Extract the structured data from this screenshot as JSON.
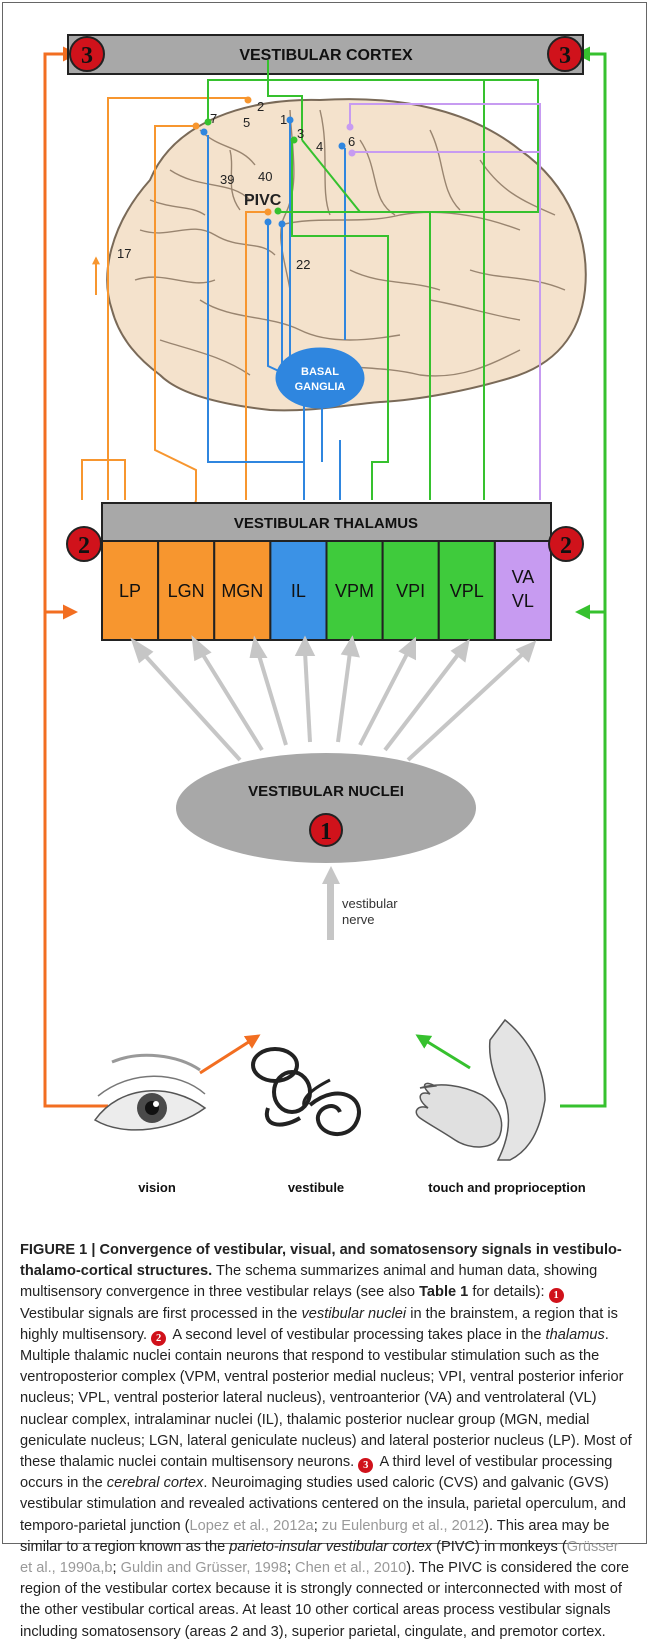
{
  "cortex": {
    "title": "VESTIBULAR CORTEX",
    "badge_left": "3",
    "badge_right": "3"
  },
  "brain": {
    "area_labels": [
      "7",
      "2",
      "5",
      "1",
      "3",
      "6",
      "4",
      "40",
      "39",
      "PIVC",
      "17",
      "22"
    ],
    "basal_ganglia": {
      "line1": "BASAL",
      "line2": "GANGLIA"
    }
  },
  "thalamus": {
    "title": "VESTIBULAR THALAMUS",
    "badge_left": "2",
    "badge_right": "2",
    "nuclei": [
      {
        "label": "LP",
        "label2": "",
        "color": "#f7962f"
      },
      {
        "label": "LGN",
        "label2": "",
        "color": "#f7962f"
      },
      {
        "label": "MGN",
        "label2": "",
        "color": "#f7962f"
      },
      {
        "label": "IL",
        "label2": "",
        "color": "#3b92e6"
      },
      {
        "label": "VPM",
        "label2": "",
        "color": "#3fcb3c"
      },
      {
        "label": "VPI",
        "label2": "",
        "color": "#3fcb3c"
      },
      {
        "label": "VPL",
        "label2": "",
        "color": "#3fcb3c"
      },
      {
        "label": "VA",
        "label2": "VL",
        "color": "#c79bf1"
      }
    ]
  },
  "nuclei": {
    "title": "VESTIBULAR NUCLEI",
    "badge": "1"
  },
  "inputs": {
    "vision": "vision",
    "vestibule": "vestibule",
    "touch": "touch and proprioception",
    "nerve_line1": "vestibular",
    "nerve_line2": "nerve"
  },
  "colors": {
    "orange": "#f26e21",
    "green": "#36c12e",
    "blue": "#2f86df",
    "purple": "#c79bf1",
    "badge": "#d0121b",
    "gray_bar": "#a8a8a8"
  },
  "caption": {
    "lead": "FIGURE 1 | Convergence of vestibular, visual, and somatosensory signals in vestibulo-thalamo-cortical structures.",
    "p1": " The schema summarizes animal and human data, showing multisensory convergence in three vestibular relays (see also ",
    "table_ref": "Table 1",
    "p2": " for details): ",
    "n1": "1",
    "p3": " Vestibular signals are first processed in the ",
    "p3_em": "vestibular nuclei",
    "p4": " in the brainstem, a region that is highly multisensory. ",
    "n2": "2",
    "p5": " A second level of vestibular processing takes place in the ",
    "p5_em": "thalamus",
    "p6": ". Multiple thalamic nuclei contain neurons that respond to vestibular stimulation such as the ventroposterior complex (VPM, ventral posterior medial nucleus; VPI, ventral posterior inferior nucleus; VPL, ventral posterior lateral nucleus), ventroanterior (VA) and ventrolateral (VL) nuclear complex, intralaminar nuclei (IL), thalamic posterior nuclear group (MGN, medial geniculate nucleus; LGN, lateral geniculate nucleus) and lateral posterior nucleus (LP). Most of these thalamic nuclei contain multisensory neurons. ",
    "n3": "3",
    "p7": " A third level of vestibular processing occurs in the ",
    "p7_em": "cerebral cortex",
    "p8": ". Neuroimaging studies used caloric (CVS) and galvanic (GVS) vestibular stimulation and revealed activations centered on the insula, parietal operculum, and temporo-parietal junction (",
    "ref1": "Lopez et al., 2012a",
    "p9": "; ",
    "ref2": "zu Eulenburg et al., 2012",
    "p10": "). This area may be similar to a region known as the ",
    "p10_em": "parieto-insular vestibular cortex",
    "p11": " (PIVC) in monkeys (",
    "ref3": "Grüsser et al., 1990a,b",
    "p12": "; ",
    "ref4": "Guldin and Grüsser, 1998",
    "p13": "; ",
    "ref5": "Chen et al., 2010",
    "p14": "). The PIVC is considered the core region of the vestibular cortex because it is strongly connected or interconnected with most of the other vestibular cortical areas. At least 10 other cortical areas process vestibular signals including somatosensory (areas 2 and 3), superior parietal, cingulate, and premotor cortex."
  }
}
